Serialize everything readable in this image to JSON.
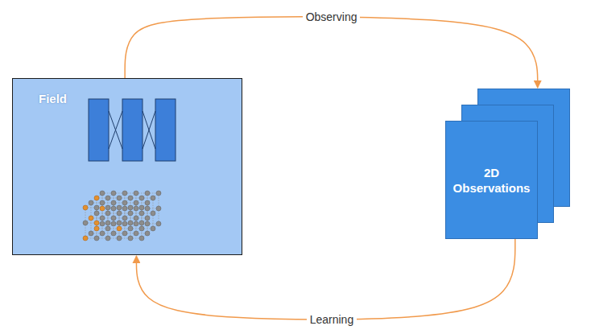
{
  "diagram": {
    "nodes": [
      {
        "text": [
          "Field"
        ]
      },
      {
        "text": [
          "2D Observations"
        ]
      }
    ],
    "edges": [
      {
        "from": 0,
        "to": 1,
        "arrow": "to",
        "label": "Observing"
      },
      {
        "from": 1,
        "to": 0,
        "arrow": "to",
        "label": "Learning"
      }
    ]
  }
}
